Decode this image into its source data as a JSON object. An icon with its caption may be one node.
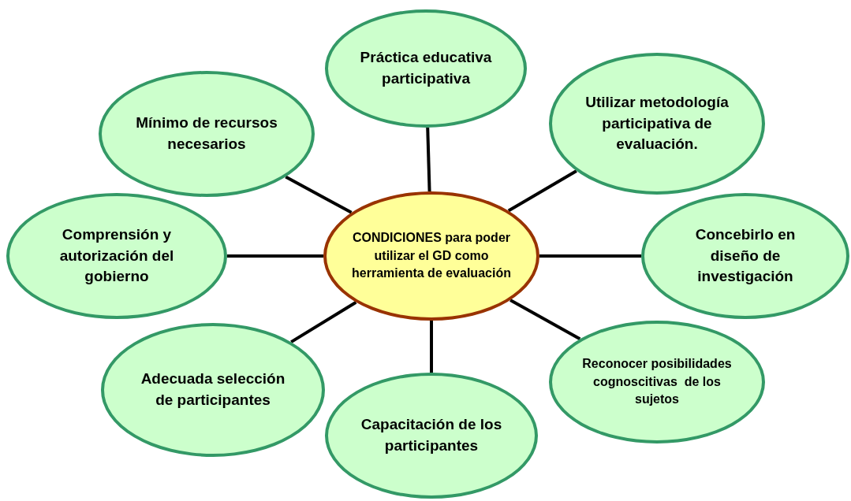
{
  "diagram": {
    "nodes": [
      {
        "text": [
          "Práctica educativa participativa"
        ]
      },
      {
        "text": [
          "Mínimo de recursos necesarios"
        ]
      },
      {
        "text": [
          "Utilizar metodología participativa de evaluación."
        ]
      },
      {
        "text": [
          "Comprensión y autorización del gobierno"
        ]
      },
      {
        "text": [
          "CONDICIONES para poder utilizar el GD como herramienta de evaluación"
        ]
      },
      {
        "text": [
          "Concebirlo en diseño de investigación"
        ]
      },
      {
        "text": [
          "Reconocer posibilidades cognoscitivas  de los sujetos"
        ]
      },
      {
        "text": [
          "Adecuada selección de participantes"
        ]
      },
      {
        "text": [
          "Capacitación de los participantes"
        ]
      }
    ],
    "edges": [
      {
        "from": 4,
        "to": 0,
        "arrow": "none"
      },
      {
        "from": 4,
        "to": 1,
        "arrow": "none"
      },
      {
        "from": 4,
        "to": 2,
        "arrow": "none"
      },
      {
        "from": 4,
        "to": 3,
        "arrow": "none"
      },
      {
        "from": 4,
        "to": 5,
        "arrow": "none"
      },
      {
        "from": 4,
        "to": 6,
        "arrow": "none"
      },
      {
        "from": 4,
        "to": 7,
        "arrow": "none"
      },
      {
        "from": 4,
        "to": 8,
        "arrow": "none"
      }
    ]
  }
}
